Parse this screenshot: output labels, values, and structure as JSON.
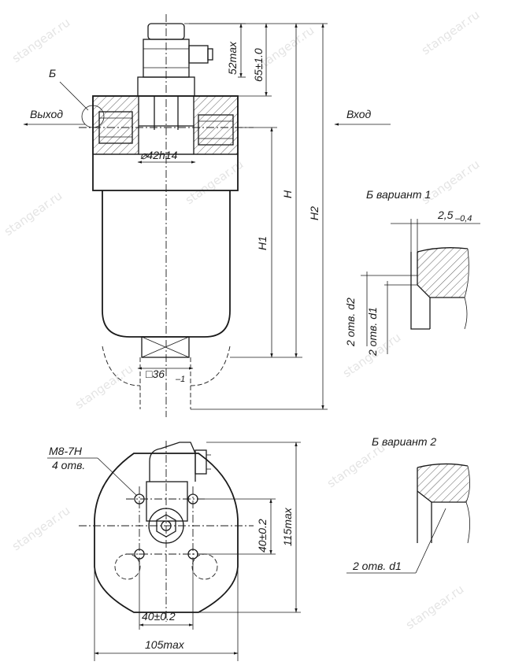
{
  "watermark": "stangear.ru",
  "labels": {
    "callout_b": "Б",
    "outlet": "Выход",
    "inlet": "Вход",
    "diam_head": "⌀42h14",
    "dim_52max": "52max",
    "dim_65": "65±1.0",
    "dim_H": "H",
    "dim_H1": "H1",
    "dim_H2": "H2",
    "square_main": "□36",
    "square_sub": "–1",
    "variant1_title": "Б вариант 1",
    "dim_25_main": "2,5",
    "dim_25_sub": "–0,4",
    "holes_d2": "2 отв. d2",
    "holes_d1_v1": "2 отв. d1",
    "variant2_title": "Б вариант 2",
    "holes_d1_v2": "2 отв. d1",
    "thread": "M8-7H",
    "thread_count": "4 отв.",
    "dim_40_v": "40±0.2",
    "dim_115": "115max",
    "dim_40_h": "40±0.2",
    "dim_105": "105max"
  }
}
